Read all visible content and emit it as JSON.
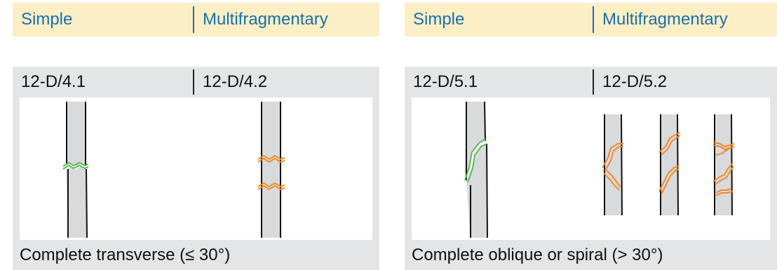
{
  "panels": [
    {
      "categories": [
        "Simple",
        "Multifragmentary"
      ],
      "codes": [
        "12-D/4.1",
        "12-D/4.2"
      ],
      "caption": "Complete transverse (≤ 30°)"
    },
    {
      "categories": [
        "Simple",
        "Multifragmentary"
      ],
      "codes": [
        "12-D/5.1",
        "12-D/5.2"
      ],
      "caption": "Complete oblique or spiral (> 30°)"
    }
  ],
  "colors": {
    "category_bg": "#fcefc6",
    "category_text": "#1a6ea8",
    "code_bg": "#e4e5e6",
    "bone_fill": "#d9dadb",
    "simple_fracture": "#5cb85c",
    "multifragmentary_fracture": "#f08a2c"
  }
}
